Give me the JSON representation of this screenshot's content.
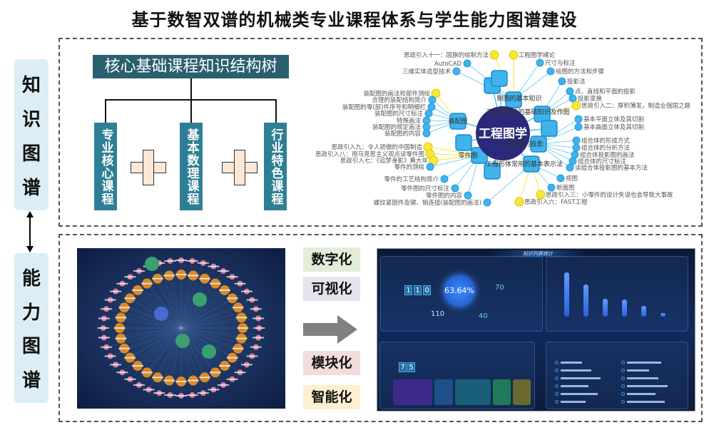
{
  "title": "基于数智双谱的机械类专业课程体系与学生能力图谱建设",
  "side_labels": {
    "knowledge": [
      "知",
      "识",
      "图",
      "谱"
    ],
    "ability": [
      "能",
      "力",
      "图",
      "谱"
    ]
  },
  "tree": {
    "root": "核心基础课程知识结构树",
    "children": [
      "专业核心课程",
      "基本数理课程",
      "行业特色课程"
    ]
  },
  "knowledge_graph": {
    "center": "工程图学",
    "hubs": [
      "装配图",
      "零件图",
      "制图的基本知识",
      "正投影理论的基础知识及作图",
      "组合体的投影",
      "工程形体常用的基本表示法"
    ],
    "left_labels": [
      "思政引入十一：国旗的绘制方法",
      "AutoCAD",
      "三维实体造型技术",
      "装配图的画法和部件测绘",
      "合理的装配结构简介",
      "装配图的零(部)件序号和明细栏",
      "装配图的尺寸标注",
      "特殊画法",
      "装配图的规定画法",
      "装配图的内容",
      "思政引入九：令人骄傲的中国制造",
      "思政引入八：用马克思主义观点读零件图",
      "思政引入七：《追梦身影》黄大年",
      "零件的测绘",
      "零件的工艺结构简介",
      "零件图的尺寸标注",
      "零件图的内容",
      "螺纹紧固件及键、销连接(装配图的画法)"
    ],
    "right_labels": [
      "工程图学绪论",
      "尺寸与标注",
      "绘图的方法和步骤",
      "投影法",
      "点、直线和平面的投影",
      "投影变换",
      "思政引入二：厚积薄发，制造业强国之路",
      "基本平面立体及其切割",
      "基本曲面立体及其切割",
      "组合体的形成方式",
      "组合体的分析方法",
      "组合体投影图的画法",
      "组合体的尺寸标注",
      "读组合体投影图的基本方法",
      "视图",
      "断面图",
      "思政引入三：小零件的设计失误也会导致大事故",
      "思政引入六：FAST工程"
    ],
    "colors": {
      "node": "#3fb3ec",
      "ideology_node": "#f5e83c",
      "center": "#2b2a7a"
    }
  },
  "features": [
    "数字化",
    "可视化",
    "模块化",
    "智能化"
  ],
  "dashboard": {
    "title": "知识列表统计",
    "digits": [
      "1",
      "1",
      "0"
    ],
    "percent": "63.64%",
    "value_a": "70",
    "value_b": "110",
    "value_c": "40",
    "resource_digits": [
      "7",
      "5"
    ],
    "bar_values": [
      100,
      73,
      40,
      38,
      24,
      8
    ]
  }
}
